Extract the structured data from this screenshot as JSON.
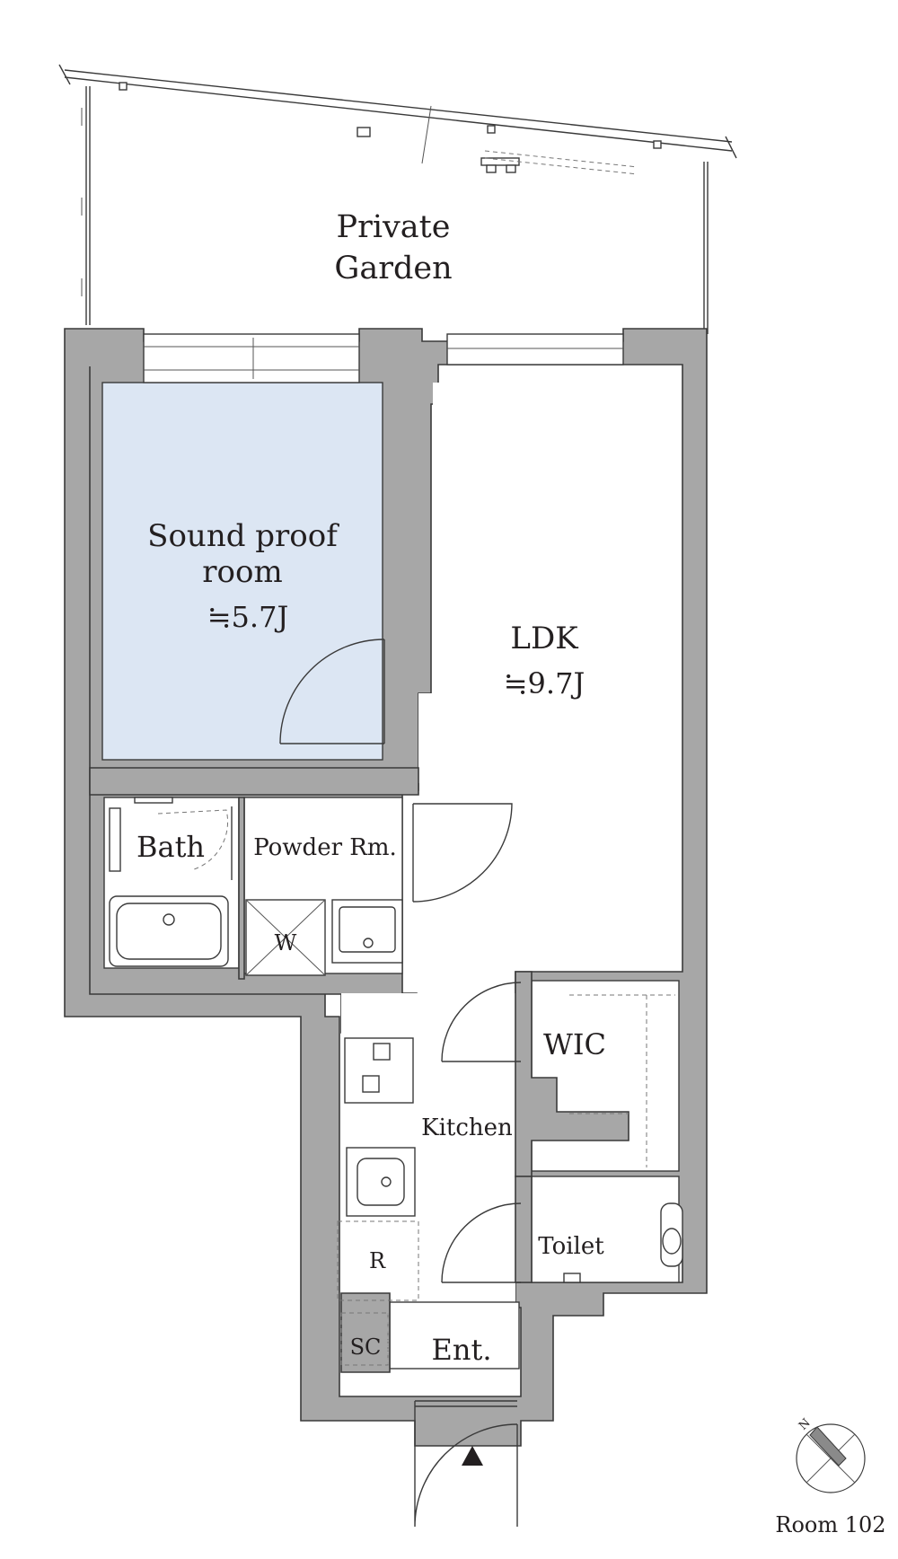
{
  "rooms": {
    "garden": {
      "line1": "Private",
      "line2": "Garden"
    },
    "soundproof": {
      "line1": "Sound proof",
      "line2": "room",
      "area": "≒5.7J"
    },
    "ldk": {
      "name": "LDK",
      "area": "≒9.7J"
    },
    "bath": "Bath",
    "powder": "Powder Rm.",
    "washer": "W",
    "wic": "WIC",
    "kitchen": "Kitchen",
    "fridge": "R",
    "toilet": "Toilet",
    "shoe_cabinet": "SC",
    "entrance": "Ent."
  },
  "compass": {
    "north_label": "N"
  },
  "room_number": "Room 102",
  "colors": {
    "wall": "#a7a7a7",
    "soundproof_fill": "#dce6f3",
    "text": "#231f20"
  }
}
